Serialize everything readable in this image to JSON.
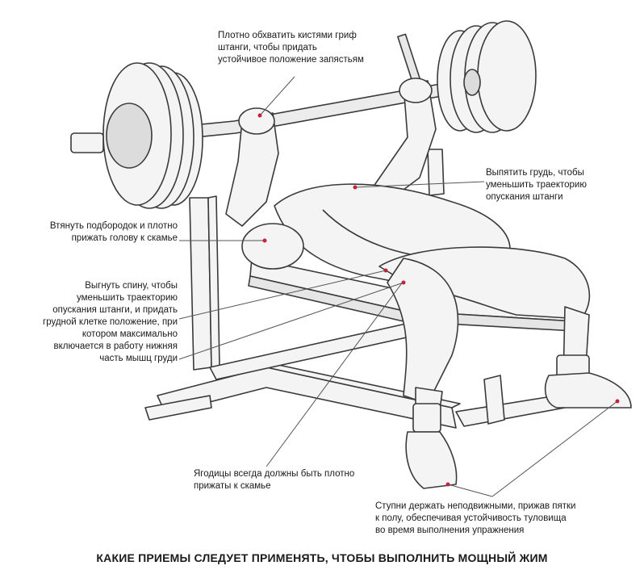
{
  "annotations": {
    "grip": "Плотно обхватить кистями гриф\nштанги, чтобы придать\nустойчивое положение запястьям",
    "chest": "Выпятить грудь, чтобы\nуменьшить траекторию\nопускания штанги",
    "chin": "Втянуть подбородок и плотно\nприжать голову к скамье",
    "back": "Выгнуть спину, чтобы\nуменьшить траекторию\nопускания штанги, и придать\nгрудной клетке положение, при\nкотором максимально\nвключается в работу нижняя\nчасть мышц груди",
    "glutes": "Ягодицы всегда должны быть плотно\nприжаты к скамье",
    "feet": "Ступни держать неподвижными, прижав пятки\nк полу, обеспечивая устойчивость туловища\nво время выполнения упражнения"
  },
  "caption": "КАКИЕ ПРИЕМЫ СЛЕДУЕТ ПРИМЕНЯТЬ, ЧТОБЫ ВЫПОЛНИТЬ МОЩНЫЙ ЖИМ",
  "colors": {
    "ink": "#333333",
    "pointer": "#c0233b",
    "fill": "#f2f2f2"
  }
}
